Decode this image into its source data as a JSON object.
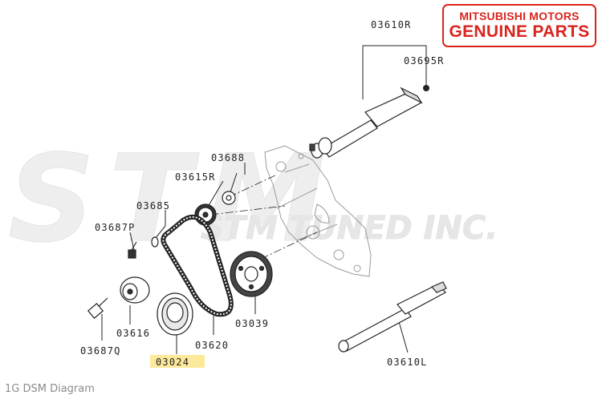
{
  "badge": {
    "line1": "MITSUBISHI MOTORS",
    "line2": "GENUINE PARTS"
  },
  "watermark": {
    "big": "STM",
    "sub": "STM TUNED INC."
  },
  "footer": {
    "caption": "1G DSM Diagram"
  },
  "colors": {
    "badge_red": "#d9241e",
    "highlight": "#fde99a",
    "watermark": "#ededed"
  },
  "labels": {
    "p03610R": "03610R",
    "p03695R": "03695R",
    "p03688": "03688",
    "p03615R": "03615R",
    "p03685": "03685",
    "p03687P": "03687P",
    "p03616": "03616",
    "p03687Q": "03687Q",
    "p03024": "03024",
    "p03620": "03620",
    "p03039": "03039",
    "p03610L": "03610L"
  }
}
